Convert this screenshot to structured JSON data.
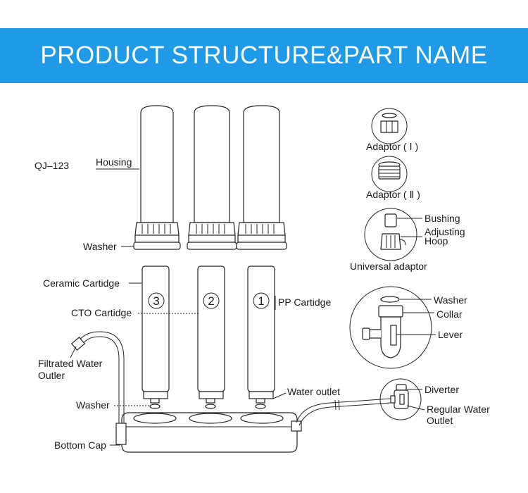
{
  "header": {
    "title": "PRODUCT STRUCTURE&PART NAME"
  },
  "model": "QJ–123",
  "labels": {
    "housing": "Housing",
    "washer_top": "Washer",
    "ceramic": "Ceramic Cartidge",
    "cto": "CTO Cartidge",
    "pp": "PP Cartidge",
    "filtrated_1": "Filtrated Water",
    "filtrated_2": "Outler",
    "washer_bottom": "Washer",
    "water_outlet": "Water outlet",
    "bottom_cap": "Bottom Cap",
    "adaptor1": "Adaptor ( Ⅰ )",
    "adaptor2": "Adaptor ( Ⅱ )",
    "bushing": "Bushing",
    "adjusting_1": "Adjusting",
    "adjusting_2": "Hoop",
    "universal": "Universal adaptor",
    "washer_valve": "Washer",
    "collar": "Collar",
    "lever": "Lever",
    "diverter": "Diverter",
    "regular_1": "Regular Water",
    "regular_2": "Outlet"
  },
  "cartridge_numbers": [
    "3",
    "2",
    "1"
  ],
  "colors": {
    "banner": "#1e9ae8",
    "banner_text": "#ffffff",
    "line": "#222222"
  }
}
